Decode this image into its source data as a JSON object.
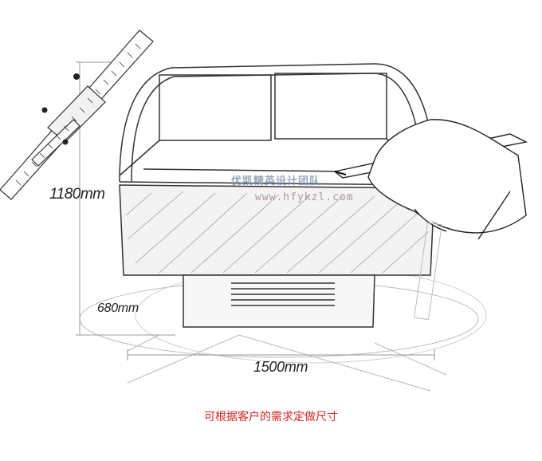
{
  "dimensions": {
    "height": "1180mm",
    "depth": "680mm",
    "width": "1500mm"
  },
  "watermark": {
    "brand": "优凯精英设计团队",
    "url": "www.hfykzl.com"
  },
  "caption": "可根据客户的需求定做尺寸",
  "colors": {
    "caption": "#e02020",
    "sketch": "#444444",
    "watermark": "#6f8aa7"
  }
}
